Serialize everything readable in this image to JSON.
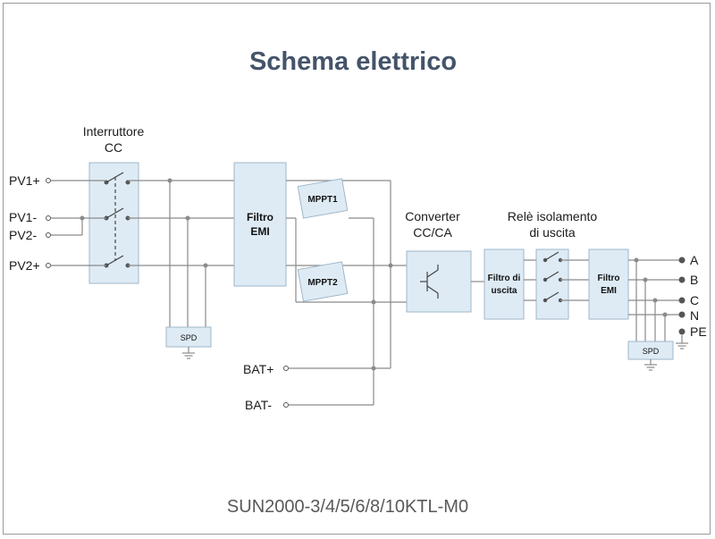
{
  "title": "Schema elettrico",
  "model": "SUN2000-3/4/5/6/8/10KTL-M0",
  "inputs": {
    "pv1_plus": "PV1+",
    "pv1_minus": "PV1-",
    "pv2_minus": "PV2-",
    "pv2_plus": "PV2+",
    "bat_plus": "BAT+",
    "bat_minus": "BAT-"
  },
  "blocks": {
    "dc_switch_line1": "Interruttore",
    "dc_switch_line2": "CC",
    "emi_in_line1": "Filtro",
    "emi_in_line2": "EMI",
    "mppt1": "MPPT1",
    "mppt2": "MPPT2",
    "converter_line1": "Converter",
    "converter_line2": "CC/CA",
    "out_filter_line1": "Filtro di",
    "out_filter_line2": "uscita",
    "relay_line1": "Relè isolamento",
    "relay_line2": "di uscita",
    "emi_out_line1": "Filtro",
    "emi_out_line2": "EMI",
    "spd_left": "SPD",
    "spd_right": "SPD"
  },
  "outputs": {
    "a": "A",
    "b": "B",
    "c": "C",
    "n": "N",
    "pe": "PE"
  }
}
